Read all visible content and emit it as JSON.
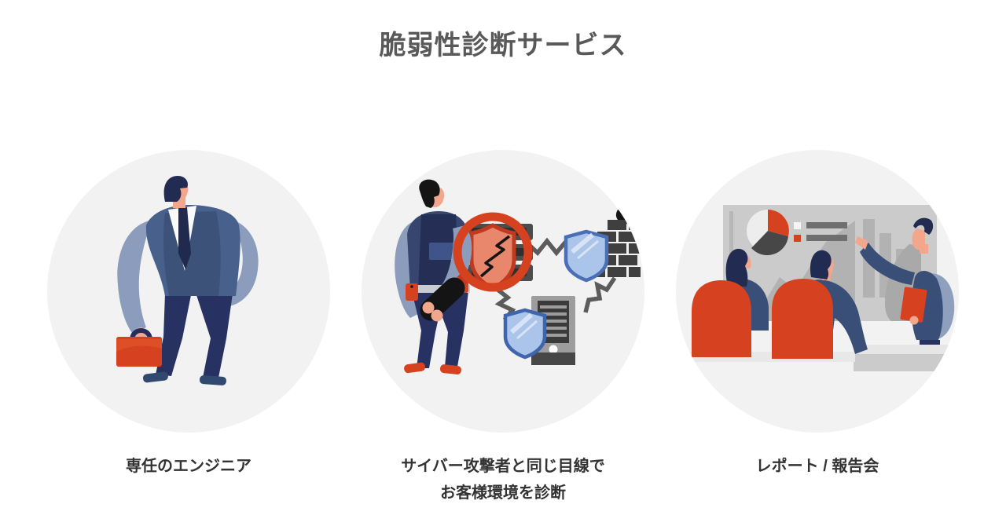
{
  "page": {
    "title": "脆弱性診断サービス",
    "background_color": "#ffffff",
    "title_color": "#595959",
    "caption_color": "#333333"
  },
  "palette": {
    "accent_red": "#d6411f",
    "navy_dark": "#232c54",
    "navy_suit": "#3d5278",
    "blue_gray": "#8c9cbc",
    "skin": "#f2a78d",
    "circle_background": "#f2f2f3",
    "shield_blue_fill": "#abc4e9",
    "shield_blue_border": "#4a6fb5",
    "server_gray": "#4c4c4c",
    "screen_gray": "#cbcbcb"
  },
  "features": [
    {
      "id": "engineer",
      "illustration": "engineer-with-briefcase",
      "caption_line1": "専任のエンジニア",
      "caption_line2": ""
    },
    {
      "id": "diagnosis",
      "illustration": "attacker-perspective-scan",
      "caption_line1": "サイバー攻撃者と同じ目線で",
      "caption_line2": "お客様環境を診断"
    },
    {
      "id": "report",
      "illustration": "report-presentation-meeting",
      "caption_line1": "レポート / 報告会",
      "caption_line2": ""
    }
  ]
}
